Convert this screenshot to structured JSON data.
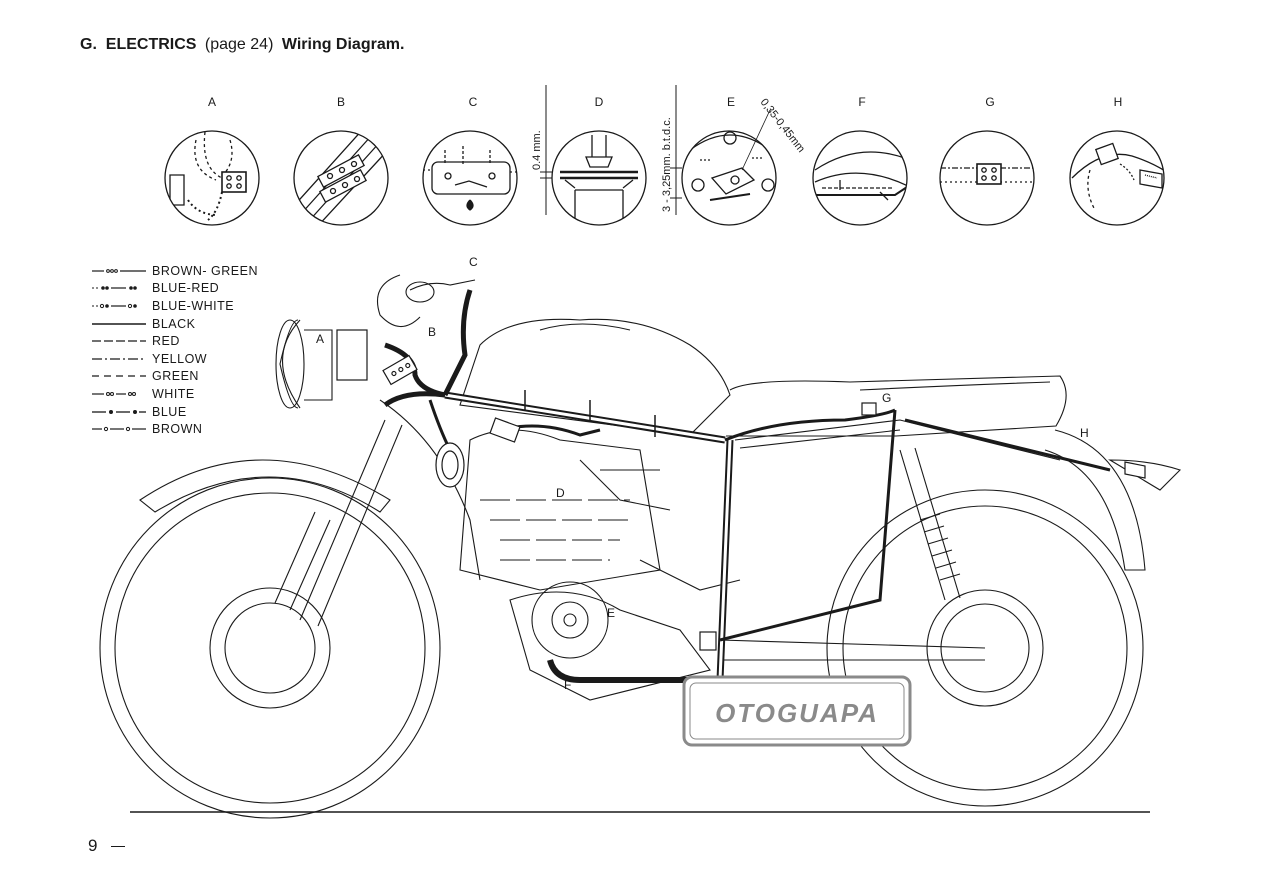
{
  "heading": {
    "section": "G.",
    "title": "ELECTRICS",
    "page_ref": "(page 24)",
    "subtitle": "Wiring Diagram."
  },
  "detail_views": [
    {
      "label": "A"
    },
    {
      "label": "B"
    },
    {
      "label": "C"
    },
    {
      "label": "D"
    },
    {
      "label": "E"
    },
    {
      "label": "F"
    },
    {
      "label": "G"
    },
    {
      "label": "H"
    }
  ],
  "dimensions": {
    "gap_d": "0.4 mm.",
    "timing_d": "3 - 3,25mm. b.t.d.c.",
    "gap_e": "0,35-0,45mm"
  },
  "legend": [
    {
      "label": "BROWN- GREEN",
      "style": "brown-green"
    },
    {
      "label": "BLUE-RED",
      "style": "blue-red"
    },
    {
      "label": "BLUE-WHITE",
      "style": "blue-white"
    },
    {
      "label": "BLACK",
      "style": "black"
    },
    {
      "label": "RED",
      "style": "red"
    },
    {
      "label": "YELLOW",
      "style": "yellow"
    },
    {
      "label": "GREEN",
      "style": "green"
    },
    {
      "label": "WHITE",
      "style": "white"
    },
    {
      "label": "BLUE",
      "style": "blue"
    },
    {
      "label": "BROWN",
      "style": "brown"
    }
  ],
  "callouts": {
    "a": "A",
    "b": "B",
    "c": "C",
    "d": "D",
    "e": "E",
    "f": "F",
    "g": "G",
    "h": "H"
  },
  "watermark": "OTOGUAPA",
  "page_number": "9",
  "colors": {
    "ink": "#1a1a1a",
    "paper": "#ffffff",
    "stamp": "#8a8a8a"
  }
}
